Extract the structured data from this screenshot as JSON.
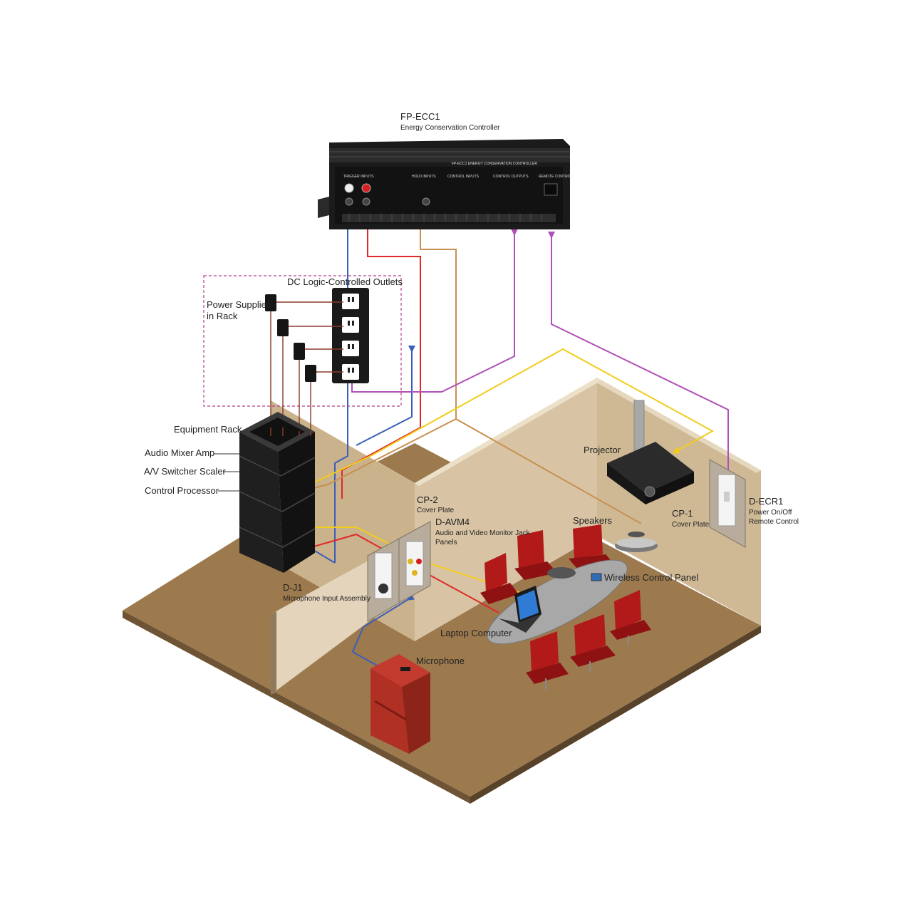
{
  "controller": {
    "title": "FP-ECC1",
    "subtitle": "Energy Conservation Controller",
    "panel_text": "FP-ECC1  ENERGY CONSERVATION CONTROLLER",
    "section_trigger": "TRIGGER INPUTS",
    "section_hold": "HOLD INPUTS",
    "section_control_inputs": "CONTROL INPUTS",
    "section_control_outputs": "CONTROL OUTPUTS",
    "section_remote": "REMOTE CONTROL"
  },
  "labels": {
    "dc_outlets": "DC Logic-Controlled Outlets",
    "power_supplies_1": "Power Supplies",
    "power_supplies_2": "in Rack",
    "equipment_rack": "Equipment Rack",
    "audio_mixer": "Audio Mixer Amp",
    "av_switcher": "A/V Switcher Scaler",
    "control_processor": "Control Processor",
    "cp2_title": "CP-2",
    "cp2_sub": "Cover Plate",
    "davm4_title": "D-AVM4",
    "davm4_sub1": "Audio and Video Monitor Jack",
    "davm4_sub2": "Panels",
    "dj1_title": "D-J1",
    "dj1_sub": "Microphone Input Assembly",
    "projector": "Projector",
    "cp1_title": "CP-1",
    "cp1_sub": "Cover Plate",
    "decr1_title": "D-ECR1",
    "decr1_sub1": "Power On/Off",
    "decr1_sub2": "Remote Control",
    "speakers": "Speakers",
    "wireless": "Wireless Control Panel",
    "laptop": "Laptop Computer",
    "microphone": "Microphone"
  },
  "colors": {
    "blue": "#3a5fb8",
    "red": "#e02828",
    "tan": "#c89050",
    "purple": "#b050b8",
    "yellow": "#f2cc1a",
    "brown": "#8a3a2a",
    "floor": "#9c7a4e",
    "wall": "#d6c2a2",
    "wall_dark": "#c4ad8b",
    "device": "#1c1c1c",
    "chair": "#b21a1a"
  }
}
